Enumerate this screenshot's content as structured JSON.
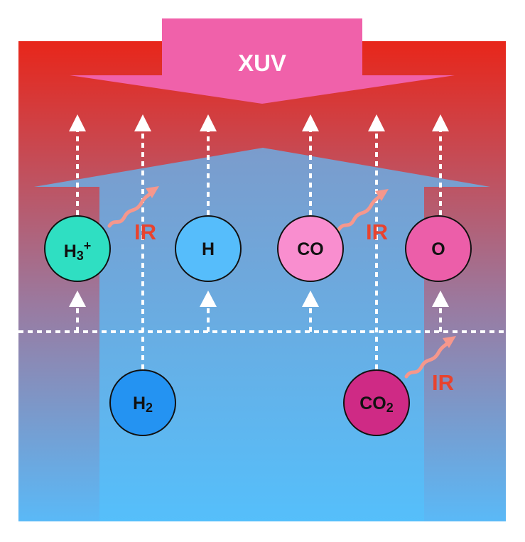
{
  "xuv_label": "XUV",
  "ir_label": "IR",
  "colors": {
    "upper_top": "#e8261a",
    "upper_bottom": "#5cb6f5",
    "inner_top": "#7aa0d0",
    "inner_bottom": "#55bdfa",
    "xuv": "#f061aa",
    "ir_text": "#e8432e",
    "ir_arrow": "#f6978c",
    "dashed": "#ffffff"
  },
  "molecules": {
    "h3p": {
      "base": "H",
      "sub": "3",
      "sup": "+",
      "color": "#2fdfc2"
    },
    "h": {
      "base": "H",
      "color": "#56bdfb"
    },
    "co": {
      "base": "CO",
      "color": "#f98ecf"
    },
    "o": {
      "base": "O",
      "color": "#ec5ea9"
    },
    "h2": {
      "base": "H",
      "sub": "2",
      "color": "#2493f2"
    },
    "co2": {
      "base": "CO",
      "sub": "2",
      "color": "#cf2a85"
    }
  }
}
